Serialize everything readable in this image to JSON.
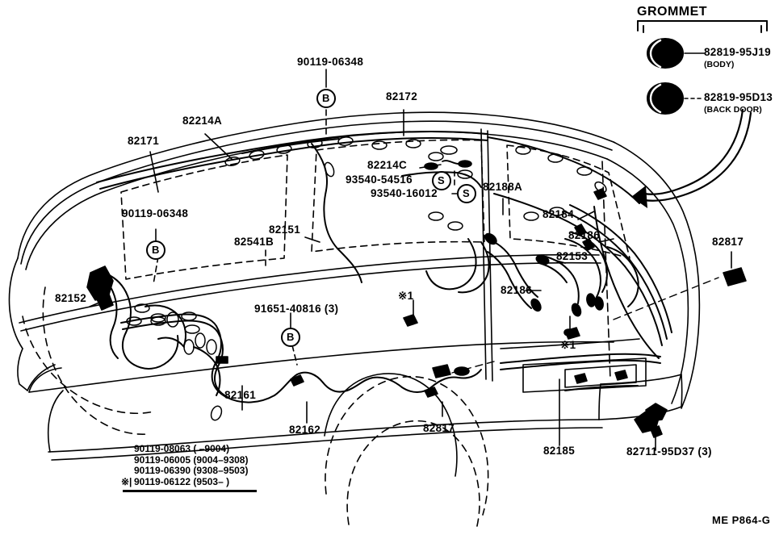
{
  "diagram": {
    "title_grommet": "GROMMET",
    "footer_code": "ME P864-G"
  },
  "grommet_parts": [
    {
      "number": "82819-95J19",
      "qualifier": "(BODY)"
    },
    {
      "number": "82819-95D13",
      "qualifier": "(BACK DOOR)"
    }
  ],
  "callouts": {
    "c82171": "82171",
    "c82214A": "82214A",
    "c82172": "82172",
    "c82214C": "82214C",
    "c93540_54516": "93540-54516",
    "c93540_16012": "93540-16012",
    "c82188A": "82188A",
    "c82184": "82184",
    "c82186r": "82186",
    "c82153": "82153",
    "c82817r": "82817",
    "c82186m": "82186",
    "c82151": "82151",
    "c82541B": "82541B",
    "c82152": "82152",
    "c90119_06348_top": "90119-06348",
    "c90119_06348_mid": "90119-06348",
    "c91651_40816": "91651-40816 (3)",
    "c82161": "82161",
    "c82162": "82162",
    "c82817b": "82817",
    "c82185": "82185",
    "c82711_95D37": "82711-95D37 (3)",
    "star1_a": "※1",
    "star1_b": "※1"
  },
  "marker_glyphs": {
    "bolt_b": "B",
    "screw_s": "S"
  },
  "legend": {
    "lines": [
      {
        "mark": "",
        "text": "90119-08063 (        –9004)"
      },
      {
        "mark": "",
        "text": "90119-06005 (9004–9308)"
      },
      {
        "mark": "",
        "text": "90119-06390 (9308–9503)"
      },
      {
        "mark": "※|",
        "text": "90119-06122 (9503–        )"
      }
    ]
  },
  "colors": {
    "ink": "#000000",
    "paper": "#ffffff"
  }
}
